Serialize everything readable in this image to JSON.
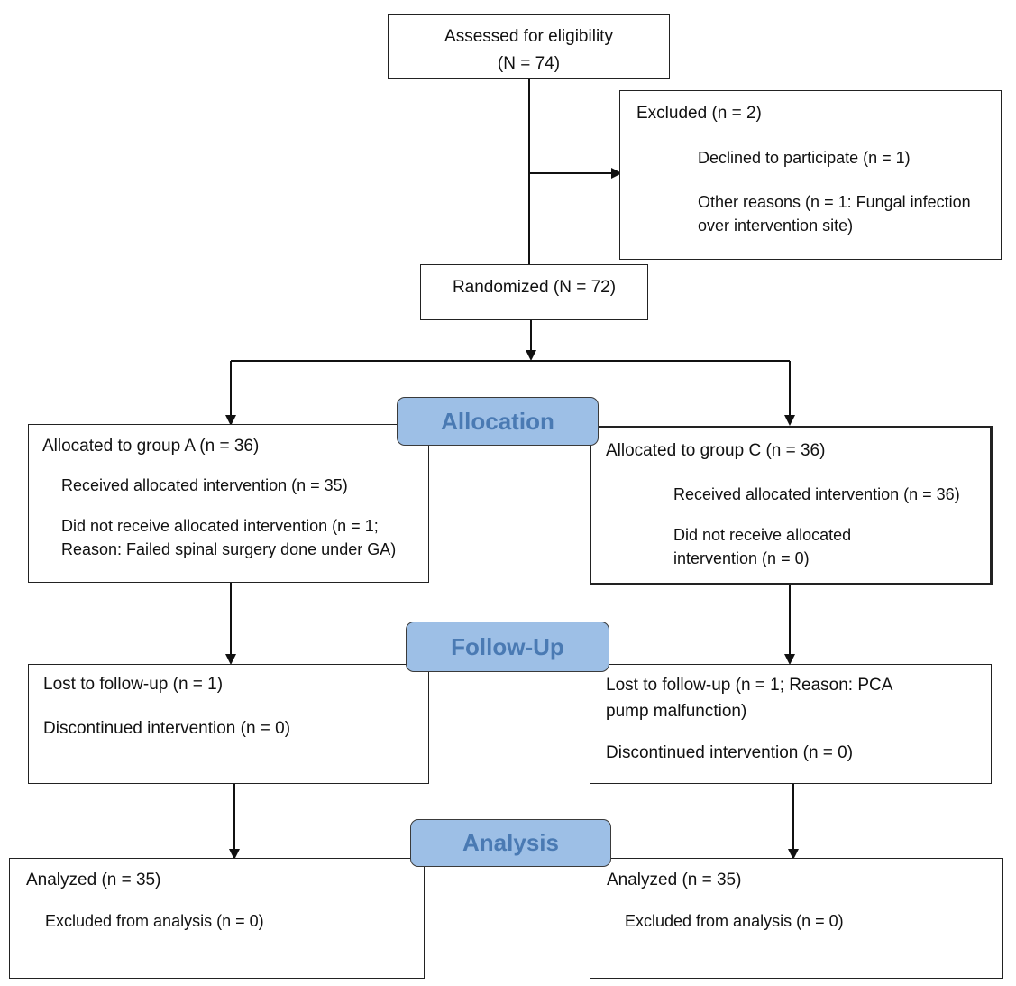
{
  "enrollment": {
    "line1": "Assessed for eligibility",
    "line2": "(N = 74)"
  },
  "excluded": {
    "title": "Excluded (n = 2)",
    "declined": "Declined to participate (n = 1)",
    "other_line1": "Other reasons (n = 1: Fungal  infection",
    "other_line2": "over intervention site)"
  },
  "randomized": "Randomized (N = 72)",
  "stages": {
    "allocation": "Allocation",
    "follow_up": "Follow-Up",
    "analysis": "Analysis"
  },
  "group_a": {
    "allocated": "Allocated to group A (n = 36)",
    "received": "Received allocated intervention (n = 35)",
    "not_received_line1": "Did not receive allocated intervention (n = 1;",
    "not_received_line2": "Reason: Failed spinal surgery done under GA)",
    "lost": "Lost to follow-up (n = 1)",
    "discontinued": "Discontinued intervention  (n = 0)",
    "analyzed": "Analyzed (n = 35)",
    "excluded_analysis": "Excluded from analysis (n = 0)"
  },
  "group_c": {
    "allocated": "Allocated to group C (n = 36)",
    "received": "Received allocated intervention (n = 36)",
    "not_received_line1": "Did not receive allocated",
    "not_received_line2": "intervention (n = 0)",
    "lost_line1": "Lost to follow-up (n = 1; Reason: PCA",
    "lost_line2": "pump malfunction)",
    "discontinued": "Discontinued intervention (n = 0)",
    "analyzed": "Analyzed (n = 35)",
    "excluded_analysis": "Excluded from analysis (n = 0)"
  }
}
